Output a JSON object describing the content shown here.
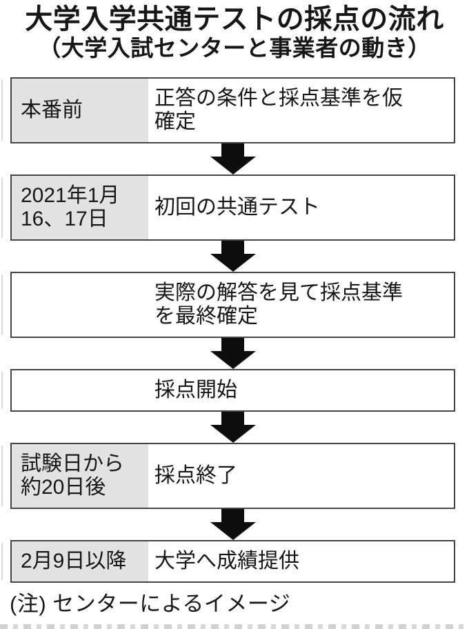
{
  "title": "大学入学共通テストの採点の流れ",
  "subtitle": "（大学入試センターと事業者の動き）",
  "footnote": "(注) センターによるイメージ",
  "flow_steps": [
    {
      "label": "本番前",
      "content": "正答の条件と採点基準を仮\n確定",
      "size": "tall"
    },
    {
      "label": "2021年1月\n16、17日",
      "content": "初回の共通テスト",
      "size": "tall"
    },
    {
      "label": "",
      "content": "実際の解答を見て採点基準\nを最終確定",
      "size": "tall"
    },
    {
      "label": "",
      "content": "採点開始",
      "size": "short"
    },
    {
      "label": "試験日から\n約20日後",
      "content": "採点終了",
      "size": "tall"
    },
    {
      "label": "2月9日以降",
      "content": "大学へ成績提供",
      "size": "short"
    }
  ],
  "icons": {
    "between_steps": "arrow-down-icon"
  },
  "colors": {
    "background": "#ffffff",
    "text": "#161616",
    "box_border": "#444444",
    "label_background": "#e2e2e2",
    "arrow": "#0d0d0d"
  }
}
